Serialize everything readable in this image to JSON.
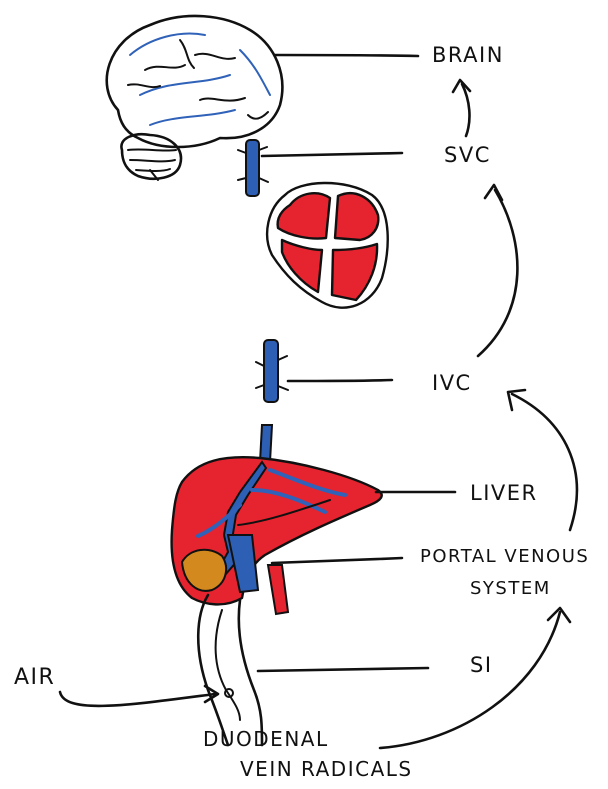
{
  "labels": {
    "brain": "BRAIN",
    "svc": "SVC",
    "ivc": "IVC",
    "liver": "LIVER",
    "portal_line1": "PORTAL VENOUS",
    "portal_line2": "SYSTEM",
    "si": "SI",
    "air": "AIR",
    "duodenal": "DUODENAL",
    "vein_radicals": "VEIN RADICALS"
  },
  "colors": {
    "vessel_blue": "#2d5fb5",
    "organ_red": "#e5242f",
    "gallbladder": "#d4891e",
    "ink": "#111111"
  }
}
